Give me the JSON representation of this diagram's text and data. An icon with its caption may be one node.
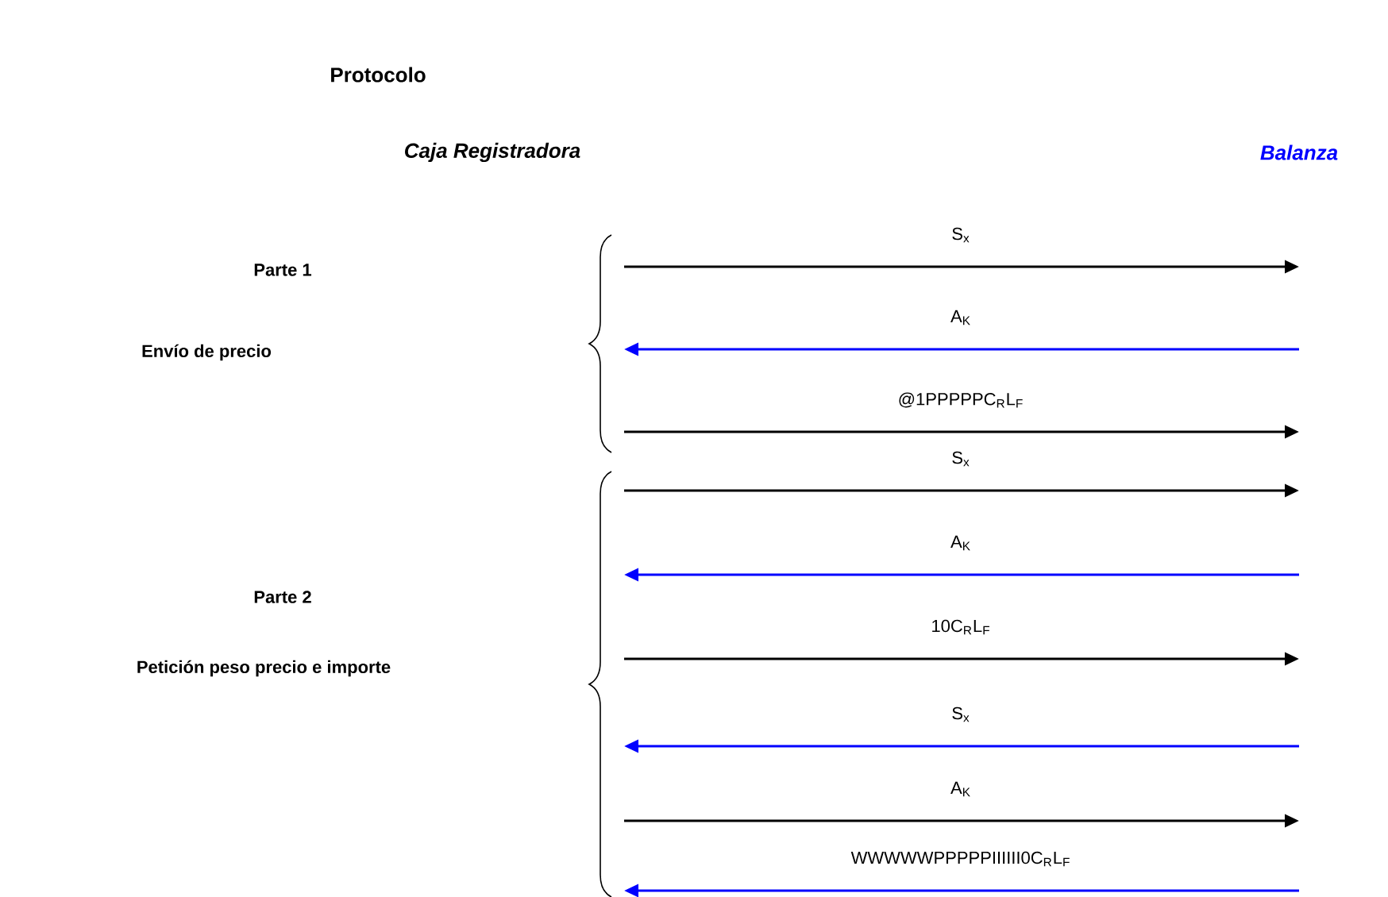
{
  "diagram": {
    "title": "Protocolo",
    "labels": [
      "Caja Registradora",
      "Balanza",
      "S$_{x}$",
      "Parte 1",
      "A$_{K}$",
      "Envío de precio",
      "@1PPPPPC$_{R}$L$_{F}$",
      "S$_{x}$",
      "A$_{K}$",
      "Parte 2",
      "10C$_{R}$L$_{F}$",
      "Petición peso precio e importe",
      "S$_{x}$",
      "A$_{K}$",
      "WWWWWPPPPPIIIIII0C$_{R}$L$_{F}$"
    ]
  }
}
